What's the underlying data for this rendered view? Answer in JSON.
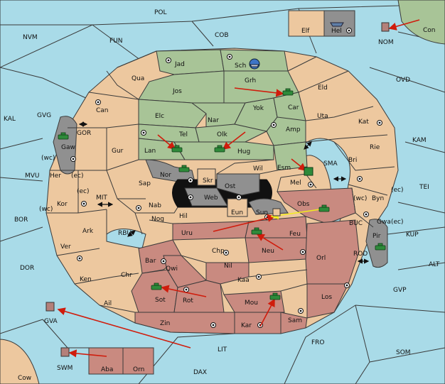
{
  "colors": {
    "sea": "#a9dbe8",
    "neutral": "#edc89f",
    "green_power": "#a8c497",
    "red_power": "#c98a80",
    "impassable": "#909090",
    "order_arrow": "#d01c0c",
    "support_arrow": "#f2ec1e",
    "army_unit": "#2e8a3a",
    "fleet_unit": "#5f7fa8"
  },
  "labels": {
    "POL": "POL",
    "CON": "Con",
    "NOM": "NOM",
    "ELF": "Elf",
    "HEL": "Hel",
    "NVM": "NVM",
    "FUN": "FUN",
    "COB": "COB",
    "OVD": "OVD",
    "KAL": "KAL",
    "GVG": "GVG",
    "GOR": "GOR",
    "GAW": "Gaw",
    "WC1": "(wc)",
    "WC2": "(wc)",
    "WC3": "(wc)",
    "EC1": "(ec)",
    "EC2": "(ec)",
    "EC3": "(ec)",
    "EC4": "(ec)",
    "MVU": "MVU",
    "HER": "Her",
    "KOR": "Kor",
    "BOR": "BOR",
    "MIT": "MIT",
    "ARK": "Ark",
    "RBU": "RBU",
    "VER": "Ver",
    "DOR": "DOR",
    "KEN": "Ken",
    "AIL": "Ail",
    "CHR": "Chr",
    "GVA": "GVA",
    "SWM": "SWM",
    "COW": "Cow",
    "ABA": "Aba",
    "ORN": "Orn",
    "DAX": "DAX",
    "LIT": "LIT",
    "FRO": "FRO",
    "SOM": "SOM",
    "GVP": "GVP",
    "ALT": "ALT",
    "KUP": "KUP",
    "ROD": "ROD",
    "BUC": "BUC",
    "TEI": "TEI",
    "KAM": "KAM",
    "JAD": "Jad",
    "SCH": "Sch",
    "QUA": "Qua",
    "JOS": "Jos",
    "GRH": "Grh",
    "ELD": "Eld",
    "CAN": "Can",
    "ELC": "Elc",
    "NAR": "Nar",
    "YOK": "Yok",
    "CAR": "Car",
    "UTA": "Uta",
    "KAT": "Kat",
    "TEL": "Tel",
    "OLK": "Olk",
    "AMP": "Amp",
    "RIE": "Rie",
    "GUR": "Gur",
    "LAN": "Lan",
    "HUG": "Hug",
    "BRI": "Bri",
    "SMA": "SMA",
    "ESM": "Esm",
    "WIL": "Wil",
    "NOR": "Nor",
    "SAP": "Sap",
    "SKR": "Skr",
    "MEL": "Mel",
    "BYN": "Byn",
    "OST": "Ost",
    "WEB": "Web",
    "OBS": "Obs",
    "GWA": "Gwa",
    "NAB": "Nab",
    "EUN": "Eun",
    "HIL": "Hil",
    "SUN": "Sun",
    "NOG": "Nog",
    "URU": "Uru",
    "FEU": "Feu",
    "PIR": "Pir",
    "CHP": "Chp",
    "NEU": "Neu",
    "ORL": "Orl",
    "BAR": "Bar",
    "QWI": "Qwi",
    "NIL": "Nil",
    "KAA": "Kaa",
    "SOT": "Sot",
    "ROT": "Rot",
    "LOS": "Los",
    "MOU": "Mou",
    "ZIN": "Zin",
    "KAR": "Kar",
    "SAM": "Sam"
  }
}
